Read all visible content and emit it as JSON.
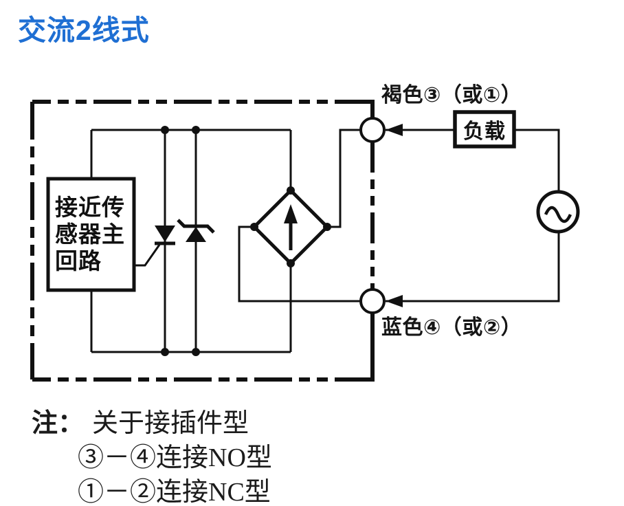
{
  "title": "交流2线式",
  "colors": {
    "title_blue": "#1f6fd3",
    "line_black": "#111111",
    "background": "#ffffff"
  },
  "diagram": {
    "sensor_box_label": "接近传\n感器主\n回路",
    "load_label": "负载",
    "upper_terminal_label": "褐色③（或①）",
    "lower_terminal_label": "蓝色④（或②）"
  },
  "notes": {
    "prefix": "注：",
    "line1": "关于接插件型",
    "line2": "③－④连接NO型",
    "line3": "①－②连接NC型"
  }
}
